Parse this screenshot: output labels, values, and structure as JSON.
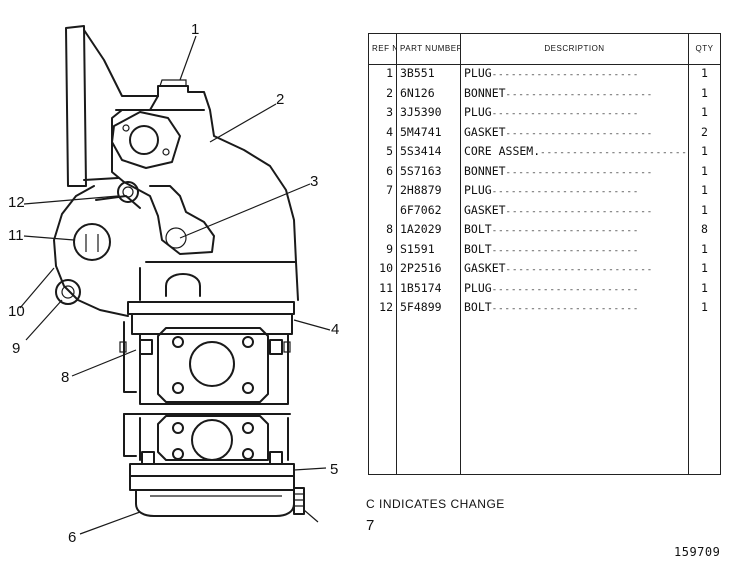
{
  "callouts": [
    "1",
    "2",
    "3",
    "4",
    "5",
    "6",
    "7",
    "8",
    "9",
    "10",
    "11",
    "12"
  ],
  "table": {
    "headers": {
      "ref": "REF NO",
      "part": "PART NUMBER",
      "description": "DESCRIPTION",
      "qty": "QTY"
    },
    "rows": [
      {
        "ref": "1",
        "part": "3B551",
        "description": "PLUG",
        "qty": "1"
      },
      {
        "ref": "2",
        "part": "6N126",
        "description": "BONNET",
        "qty": "1"
      },
      {
        "ref": "3",
        "part": "3J5390",
        "description": "PLUG",
        "qty": "1"
      },
      {
        "ref": "4",
        "part": "5M4741",
        "description": "GASKET",
        "qty": "2"
      },
      {
        "ref": "5",
        "part": "5S3414",
        "description": "CORE ASSEM.",
        "qty": "1"
      },
      {
        "ref": "6",
        "part": "5S7163",
        "description": "BONNET",
        "qty": "1"
      },
      {
        "ref": "7",
        "part": "2H8879",
        "description": "PLUG",
        "qty": "1"
      },
      {
        "ref": "",
        "part": "6F7062",
        "description": "GASKET",
        "qty": "1"
      },
      {
        "ref": "8",
        "part": "1A2029",
        "description": "BOLT",
        "qty": "8"
      },
      {
        "ref": "9",
        "part": "S1591",
        "description": "BOLT",
        "qty": "1"
      },
      {
        "ref": "10",
        "part": "2P2516",
        "description": "GASKET",
        "qty": "1"
      },
      {
        "ref": "11",
        "part": "1B5174",
        "description": "PLUG",
        "qty": "1"
      },
      {
        "ref": "12",
        "part": "5F4899",
        "description": "BOLT",
        "qty": "1"
      }
    ]
  },
  "change_note": "C INDICATES CHANGE",
  "drawing_number": "159709"
}
